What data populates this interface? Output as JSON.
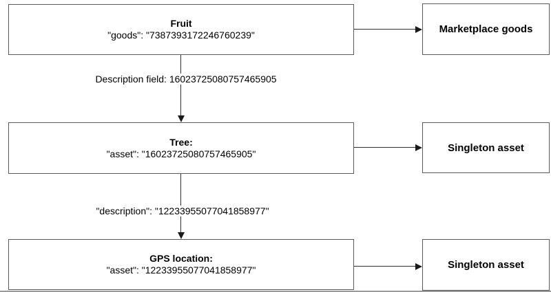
{
  "nodes": {
    "fruit": {
      "title": "Fruit",
      "value": "\"goods\": \"7387393172246760239\""
    },
    "marketplace": {
      "title": "Marketplace goods"
    },
    "tree": {
      "title": "Tree:",
      "value": "\"asset\": \"16023725080757465905\""
    },
    "singleton_tree": {
      "title": "Singleton asset"
    },
    "gps": {
      "title": "GPS location:",
      "value": "\"asset\": \"12233955077041858977\""
    },
    "singleton_gps": {
      "title": "Singleton asset"
    }
  },
  "edges": {
    "fruit_to_tree_label": "Description field: 16023725080757465905",
    "tree_to_gps_label": "\"description\": \"12233955077041858977\""
  },
  "colors": {
    "background": "#ffffff",
    "node_border": "#5a5a5a",
    "arrow": "#1a1a1a",
    "text": "#000000",
    "frame_bottom": "#9a9a9a"
  }
}
